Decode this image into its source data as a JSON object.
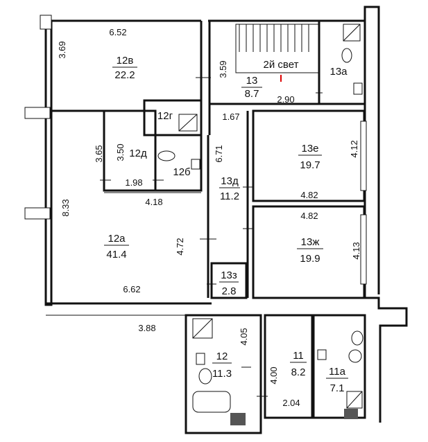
{
  "rooms": {
    "r12v": {
      "id": "12в",
      "area": "22.2"
    },
    "r12g": {
      "id": "12г"
    },
    "r12d": {
      "id": "12д"
    },
    "r12b": {
      "id": "12б"
    },
    "r12a": {
      "id": "12а",
      "area": "41.4"
    },
    "r12": {
      "id": "12",
      "area": "11.3"
    },
    "r13": {
      "id": "13",
      "area": "8.7"
    },
    "r13a": {
      "id": "13а"
    },
    "r13e": {
      "id": "13е",
      "area": "19.7"
    },
    "r13d": {
      "id": "13д",
      "area": "11.2"
    },
    "r13zh": {
      "id": "13ж",
      "area": "19.9"
    },
    "r13z": {
      "id": "13з",
      "area": "2.8"
    },
    "r11": {
      "id": "11",
      "area": "8.2"
    },
    "r11a": {
      "id": "11а",
      "area": "7.1"
    }
  },
  "labels": {
    "second_light": "2й свет"
  },
  "dimensions": {
    "d652": "6.52",
    "d369": "3.69",
    "d359": "3.59",
    "d290": "2.90",
    "d167": "1.67",
    "d365": "3.65",
    "d350": "3.50",
    "d671": "6.71",
    "d412": "4.12",
    "d198": "1.98",
    "d418": "4.18",
    "d482a": "4.82",
    "d482b": "4.82",
    "d833": "8.33",
    "d472": "4.72",
    "d413": "4.13",
    "d662": "6.62",
    "d388": "3.88",
    "d405": "4.05",
    "d400": "4.00",
    "d204": "2.04"
  }
}
